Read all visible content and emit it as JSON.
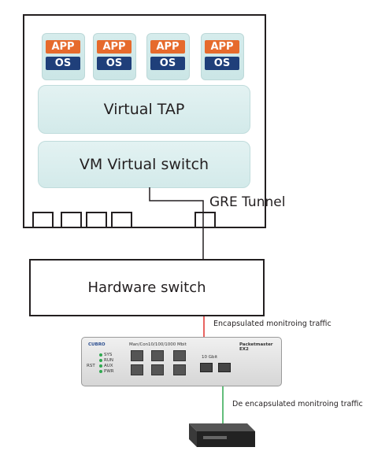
{
  "vms": [
    {
      "app": "APP",
      "os": "OS"
    },
    {
      "app": "APP",
      "os": "OS"
    },
    {
      "app": "APP",
      "os": "OS"
    },
    {
      "app": "APP",
      "os": "OS"
    }
  ],
  "virtual_tap": "Virtual TAP",
  "vm_switch": "VM Virtual switch",
  "gre_tunnel": "GRE Tunnel",
  "hardware_switch": "Hardware switch",
  "encapsulated_label": "Encapsulated monitroing traffic",
  "deencapsulated_label": "De encapsulated monitroing traffic",
  "device": {
    "brand": "CUBRO",
    "model": "Packetmaster EX2",
    "mancon": "Man/Con",
    "ports_label": "10/100/1000 Mbit",
    "ten_g_label": "10 Gbit",
    "leds": [
      "SYS",
      "RUN",
      "AUX",
      "PWR"
    ],
    "rst": "RST"
  },
  "colors": {
    "app": "#e66a2c",
    "os": "#1f3f7a",
    "encapsulated_line": "#e0302c",
    "deencapsulated_line": "#2fa84f"
  }
}
